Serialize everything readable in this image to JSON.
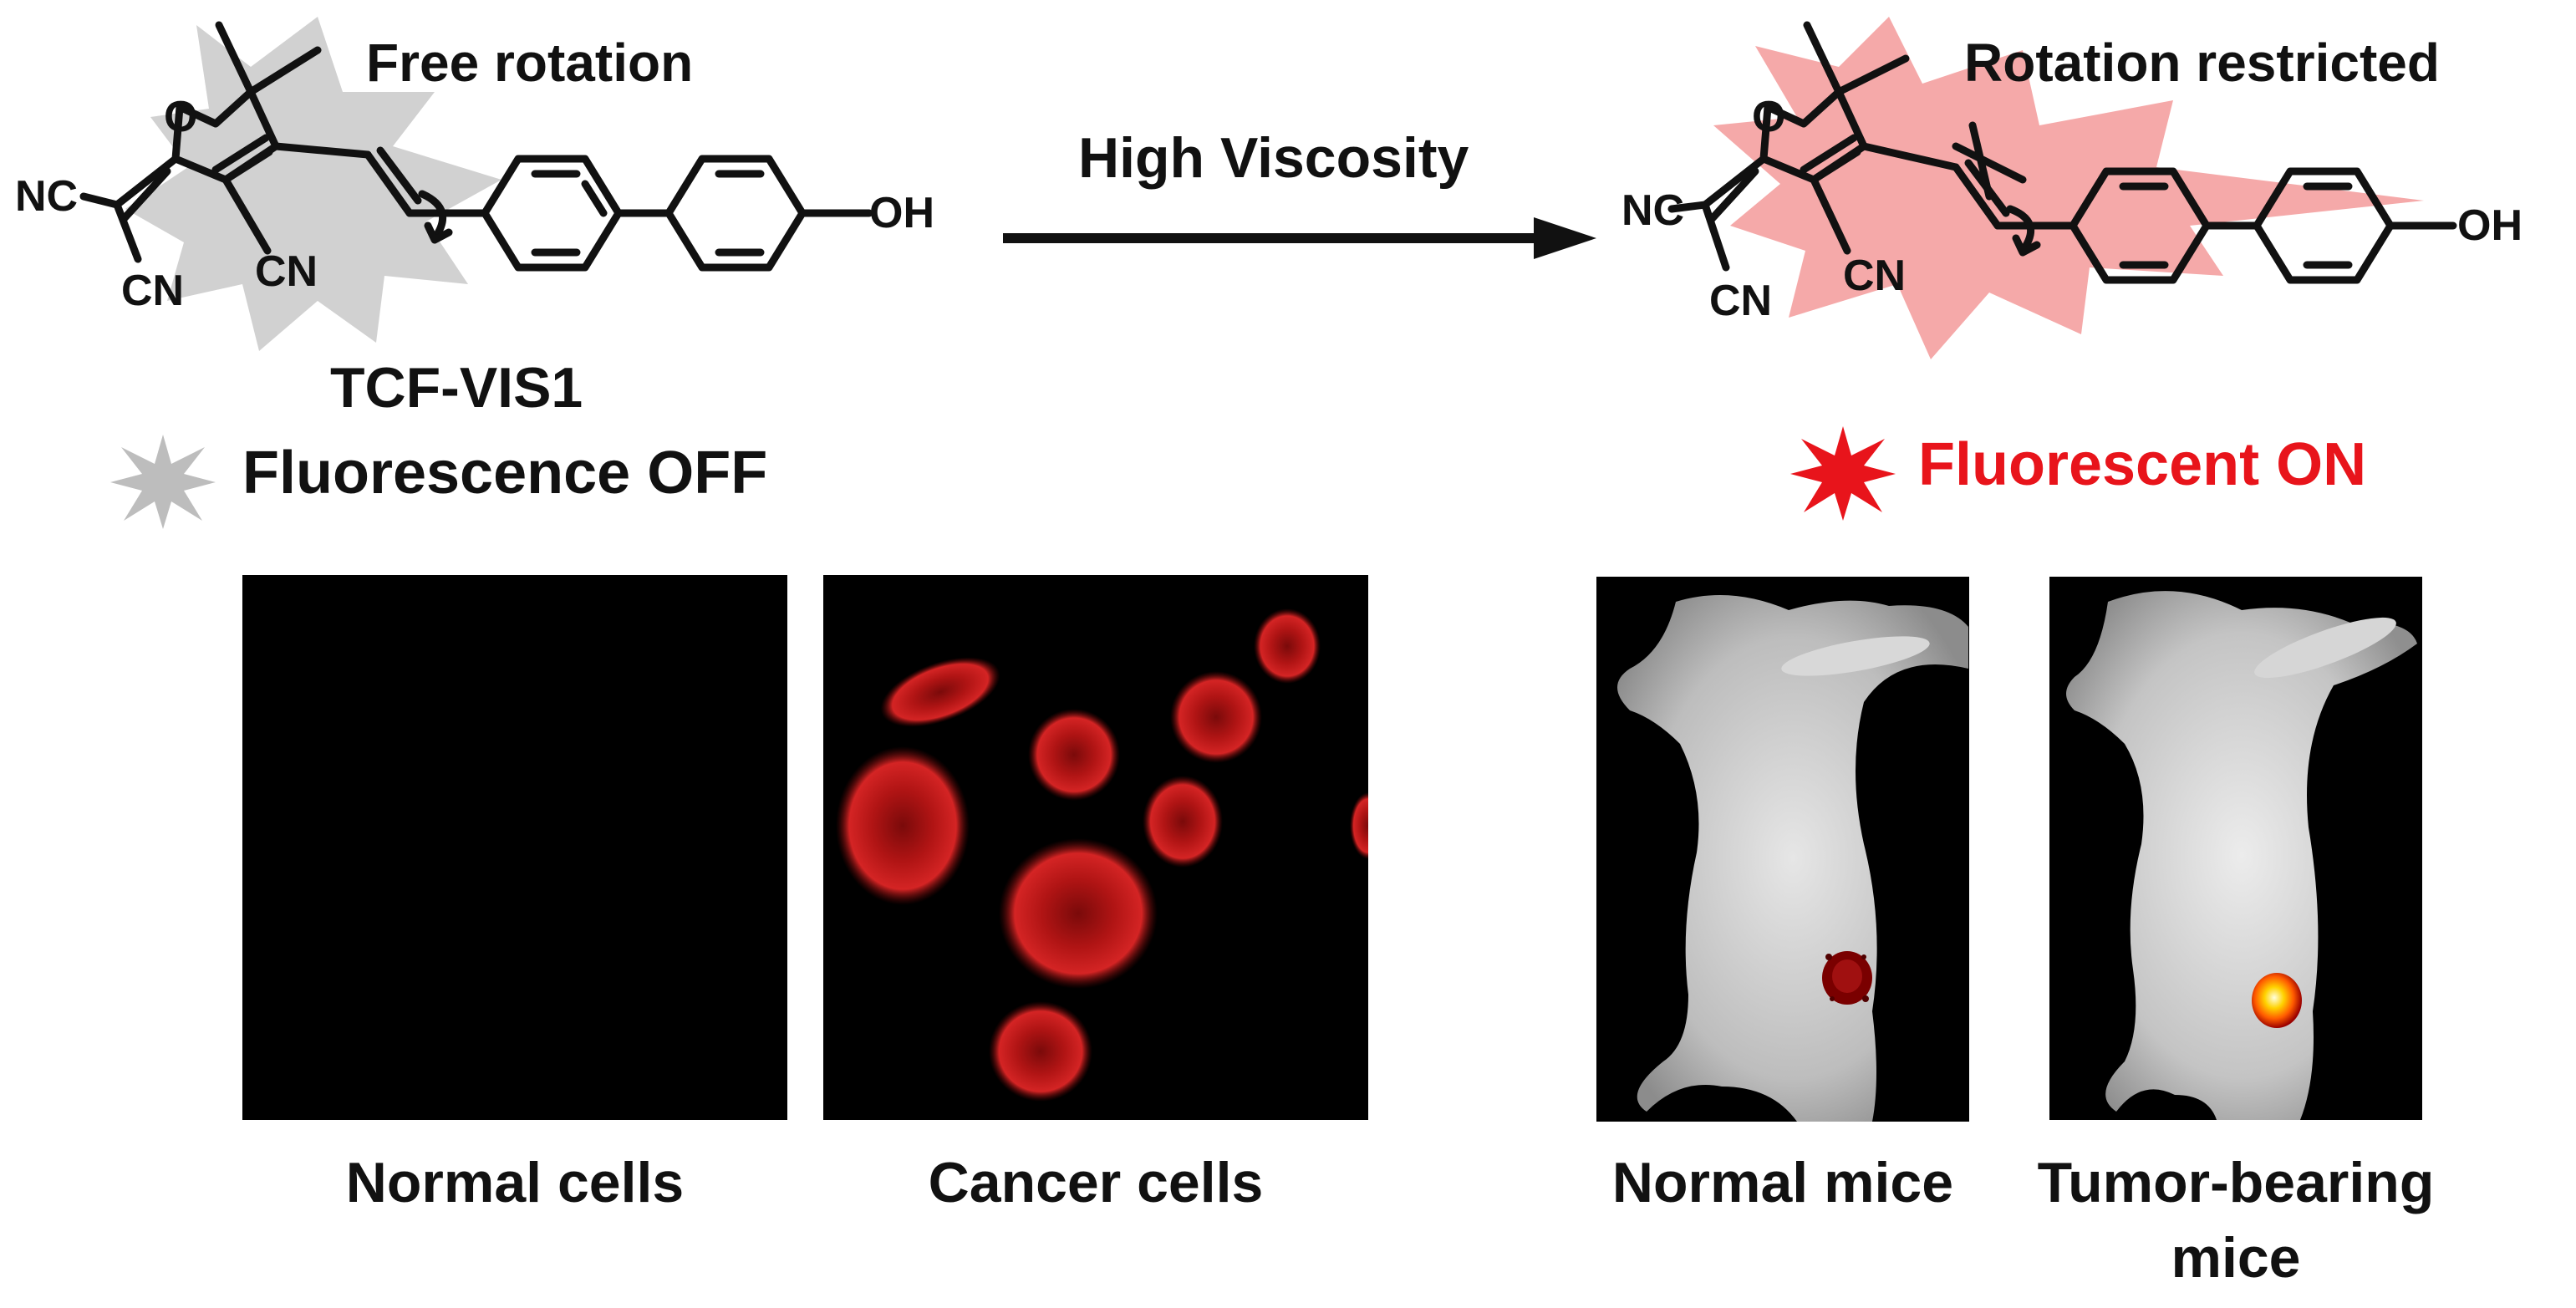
{
  "left_probe": {
    "rotation_label": "Free rotation",
    "probe_name": "TCF-VIS1",
    "state_label": "Fluorescence OFF",
    "state_color": "#111111",
    "burst_color": "#bdbdbd",
    "groups": {
      "nc1": "NC",
      "cn1": "CN",
      "cn2": "CN",
      "oh": "OH",
      "o": "O"
    }
  },
  "arrow": {
    "label": "High Viscosity"
  },
  "right_probe": {
    "rotation_label": "Rotation restricted",
    "state_label": "Fluorescent ON",
    "state_color": "#e8141b",
    "burst_color": "#f6a3a3",
    "groups": {
      "nc1": "NC",
      "cn1": "CN",
      "cn2": "CN",
      "oh": "OH",
      "o": "O"
    }
  },
  "panels": [
    {
      "caption": "Normal cells"
    },
    {
      "caption": "Cancer cells"
    },
    {
      "caption": "Normal mice"
    },
    {
      "caption_line1": "Tumor-bearing",
      "caption_line2": "mice"
    }
  ]
}
